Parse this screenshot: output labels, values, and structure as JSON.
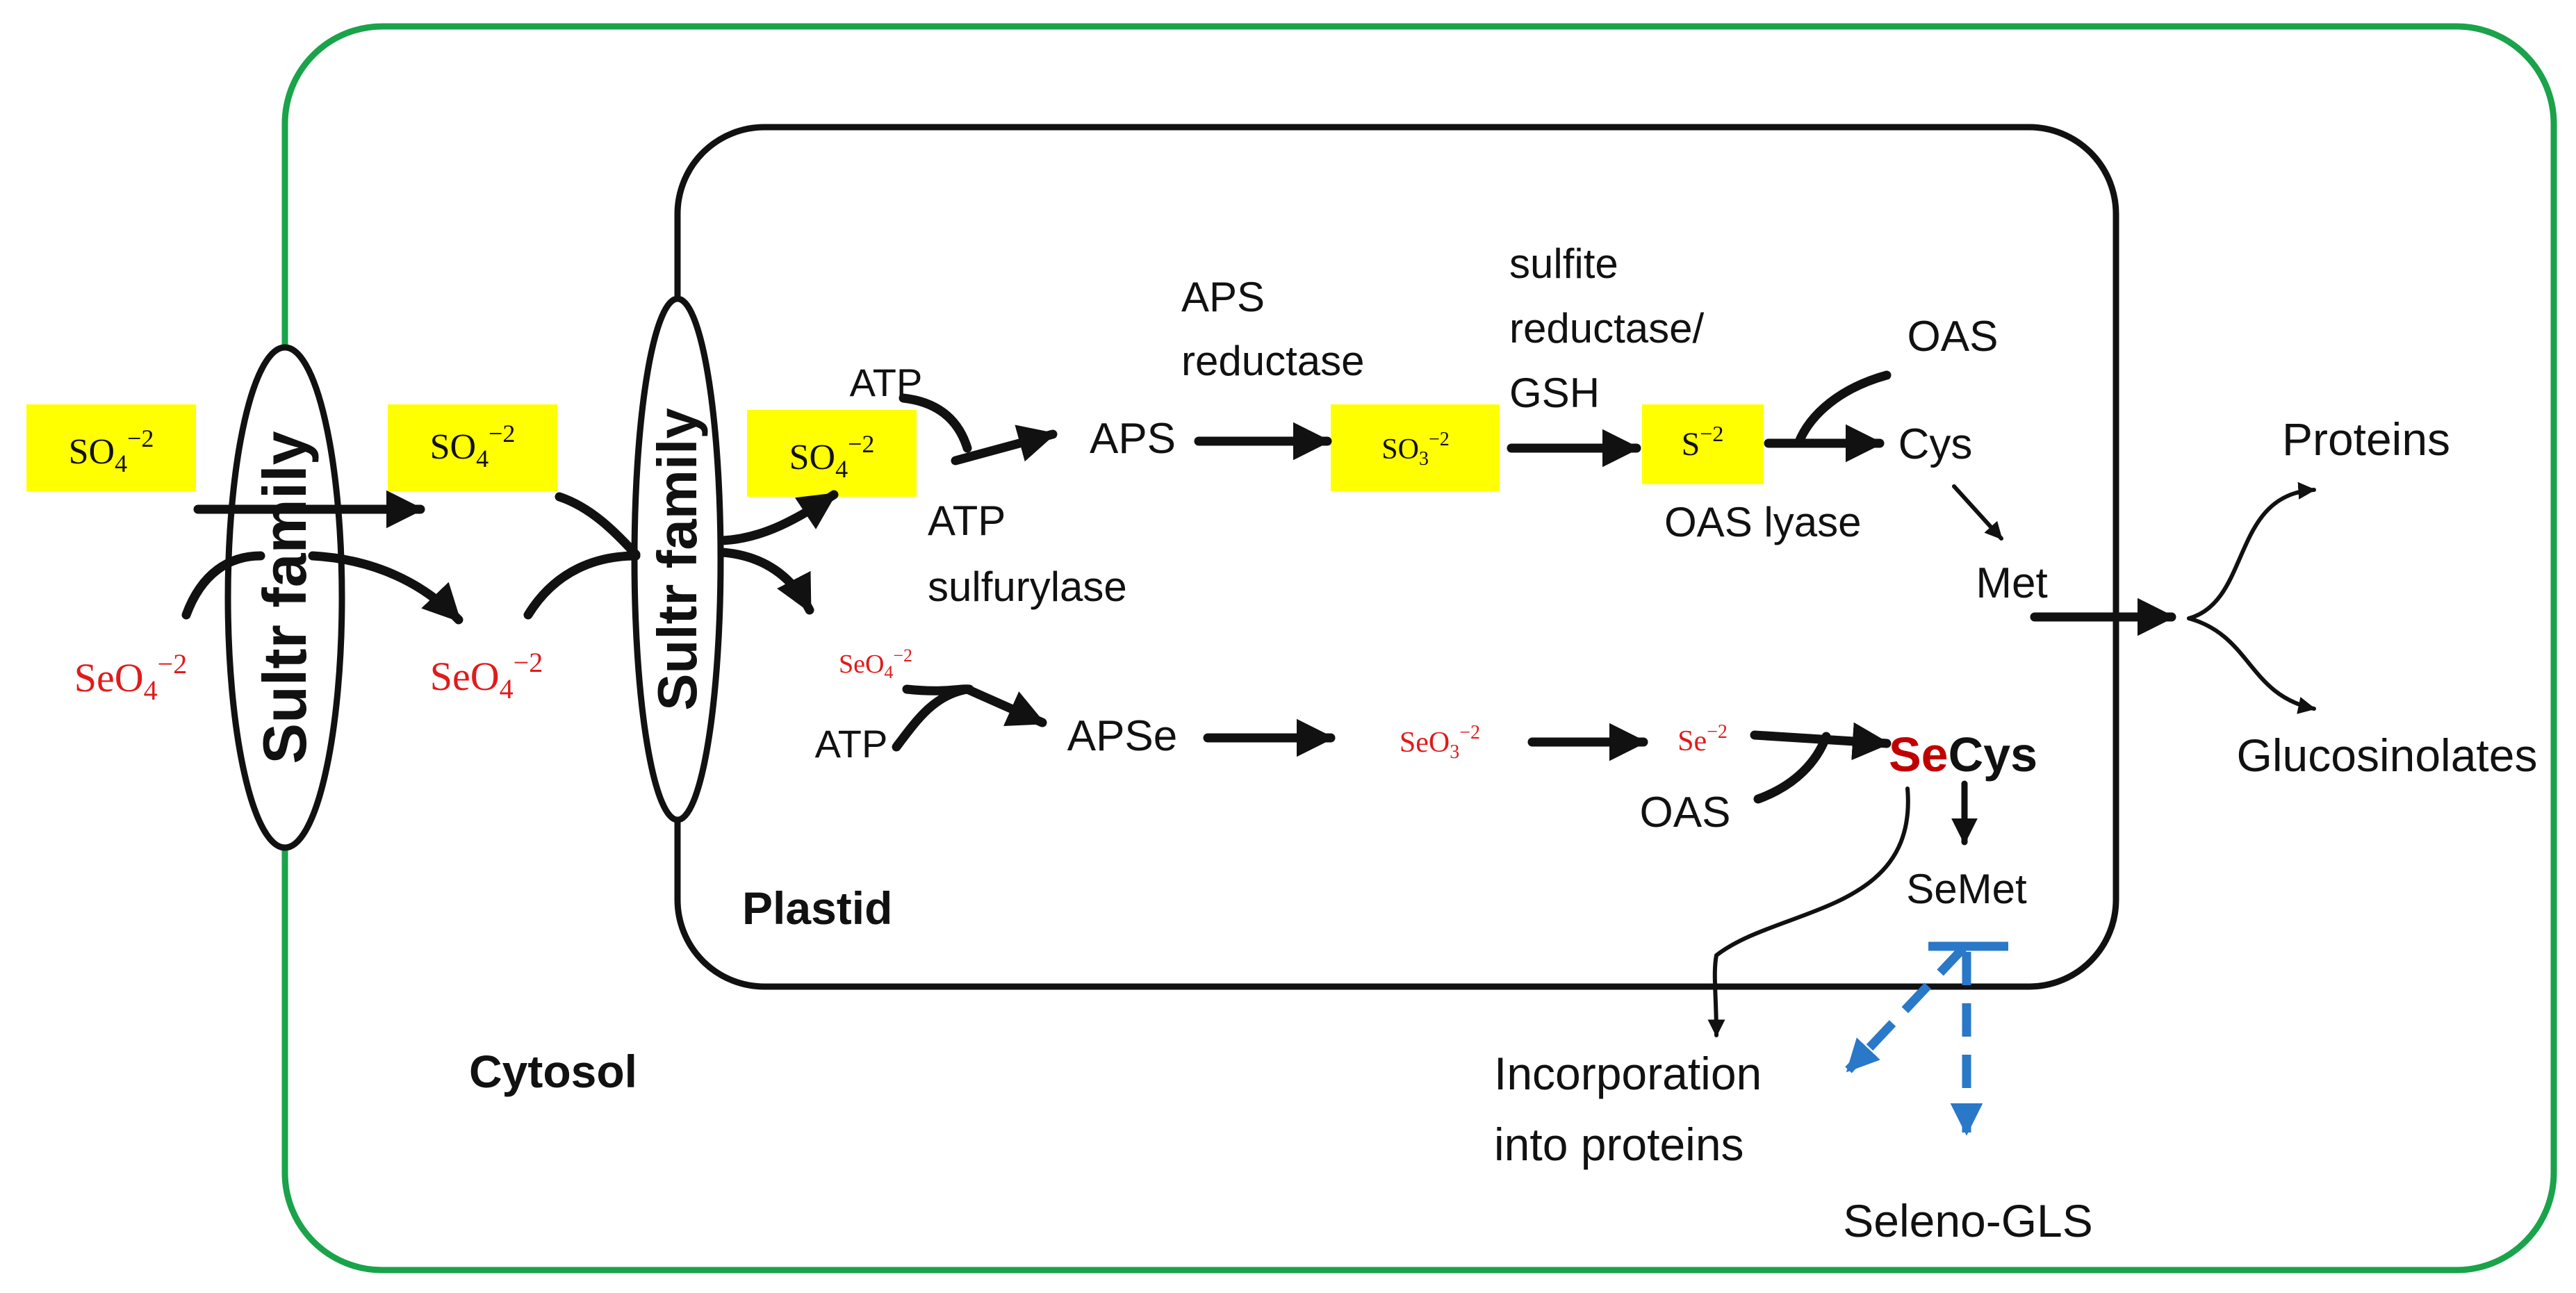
{
  "colors": {
    "cell_border": "#1aa34a",
    "highlight": "#ffff00",
    "selenium": "#e01b1b",
    "secys_prefix": "#c00000",
    "dashed_arrow": "#2a78c8",
    "ink": "#111111"
  },
  "labels": {
    "sultr_left": "Sultr family",
    "sultr_right": "Sultr family",
    "plastid": "Plastid",
    "cytosol": "Cytosol",
    "so4_outside_main": "SO",
    "so4_outside_sub": "4",
    "so4_outside_sup": "−2",
    "so4_cytosol_main": "SO",
    "so4_cytosol_sub": "4",
    "so4_cytosol_sup": "−2",
    "so4_plastid_main": "SO",
    "so4_plastid_sub": "4",
    "so4_plastid_sup": "−2",
    "seo4_outside_main": "SeO",
    "seo4_outside_sub": "4",
    "seo4_outside_sup": "−2",
    "seo4_cytosol_main": "SeO",
    "seo4_cytosol_sub": "4",
    "seo4_cytosol_sup": "−2",
    "seo4_plastid_main": "SeO",
    "seo4_plastid_sub": "4",
    "seo4_plastid_sup": "−2",
    "atp_in": "ATP",
    "atp_sulfurylase_1": "ATP",
    "atp_sulfurylase_2": "sulfurylase",
    "aps": "APS",
    "aps_reductase_1": "APS",
    "aps_reductase_2": "reductase",
    "so3_main": "SO",
    "so3_sub": "3",
    "so3_sup": "−2",
    "sulfite_reductase_1": "sulfite",
    "sulfite_reductase_2": "reductase/",
    "sulfite_reductase_3": "GSH",
    "s_main": "S",
    "s_sup": "−2",
    "oas_top": "OAS",
    "cys": "Cys",
    "oas_lyase": "OAS lyase",
    "met": "Met",
    "proteins": "Proteins",
    "glucosinolates": "Glucosinolates",
    "atp_se": "ATP",
    "apse": "APSe",
    "seo3_main": "SeO",
    "seo3_sub": "3",
    "seo3_sup": "−2",
    "se_main": "Se",
    "se_sup": "−2",
    "oas_bottom": "OAS",
    "secys_prefix": "Se",
    "secys_suffix": "Cys",
    "semet": "SeMet",
    "incorporation_1": "Incorporation",
    "incorporation_2": "into proteins",
    "seleno_gls": "Seleno-GLS"
  }
}
